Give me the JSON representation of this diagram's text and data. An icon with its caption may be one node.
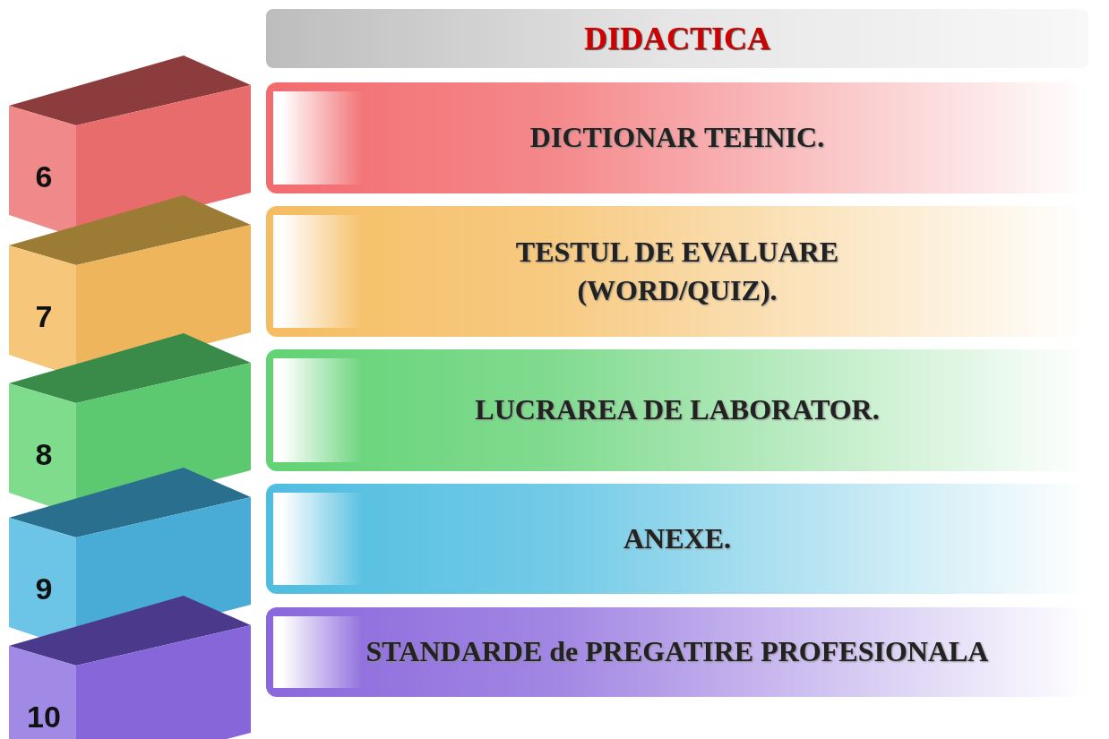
{
  "diagram": {
    "title": "DIDACTICA",
    "nodes": [
      {
        "text": [
          "6"
        ]
      },
      {
        "text": [
          "DICTIONAR TEHNIC."
        ]
      },
      {
        "text": [
          "7"
        ]
      },
      {
        "text": [
          "TESTUL DE EVALUARE (WORD/QUIZ)."
        ]
      },
      {
        "text": [
          "8"
        ]
      },
      {
        "text": [
          "LUCRAREA DE LABORATOR."
        ]
      },
      {
        "text": [
          "9"
        ]
      },
      {
        "text": [
          "ANEXE."
        ]
      },
      {
        "text": [
          "10"
        ]
      },
      {
        "text": [
          "STANDARDE de PREGATIRE  PROFESIONALA"
        ]
      }
    ]
  }
}
